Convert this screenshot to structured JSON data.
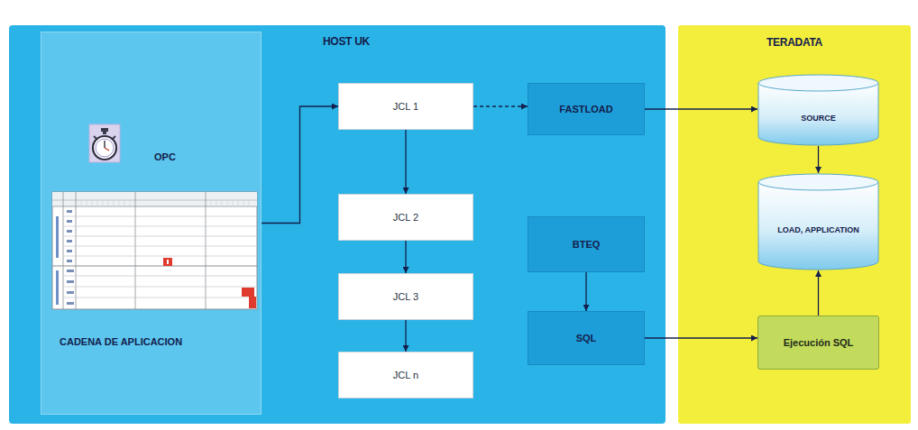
{
  "diagram": {
    "nodes": [
      {
        "text": [
          "HOST UK"
        ]
      },
      {
        "text": [
          "OPC",
          "CADENA DE APLICACION"
        ],
        "in": 0
      },
      {
        "text": [
          "JCL 1"
        ],
        "in": 0
      },
      {
        "text": [
          "JCL 2"
        ],
        "in": 0
      },
      {
        "text": [
          "JCL 3"
        ],
        "in": 0
      },
      {
        "text": [
          "JCL n"
        ],
        "in": 0
      },
      {
        "text": [
          "FASTLOAD"
        ],
        "in": 0
      },
      {
        "text": [
          "BTEQ"
        ],
        "in": 0
      },
      {
        "text": [
          "SQL"
        ],
        "in": 0
      },
      {
        "text": [
          "TERADATA"
        ]
      },
      {
        "text": [
          "SOURCE"
        ],
        "in": 9
      },
      {
        "text": [
          "LOAD, APPLICATION"
        ],
        "in": 9
      },
      {
        "text": [
          "Ejecución SQL"
        ],
        "in": 9
      }
    ],
    "edges": [
      {
        "from": 1,
        "to": 2,
        "arrow": "to"
      },
      {
        "from": 2,
        "to": 3,
        "arrow": "to"
      },
      {
        "from": 3,
        "to": 4,
        "arrow": "to"
      },
      {
        "from": 4,
        "to": 5,
        "arrow": "to"
      },
      {
        "from": 2,
        "to": 6,
        "arrow": "to"
      },
      {
        "from": 6,
        "to": 10,
        "arrow": "to"
      },
      {
        "from": 10,
        "to": 11,
        "arrow": "to"
      },
      {
        "from": 7,
        "to": 8,
        "arrow": "to"
      },
      {
        "from": 8,
        "to": 12,
        "arrow": "to"
      },
      {
        "from": 12,
        "to": 11,
        "arrow": "to"
      }
    ]
  }
}
